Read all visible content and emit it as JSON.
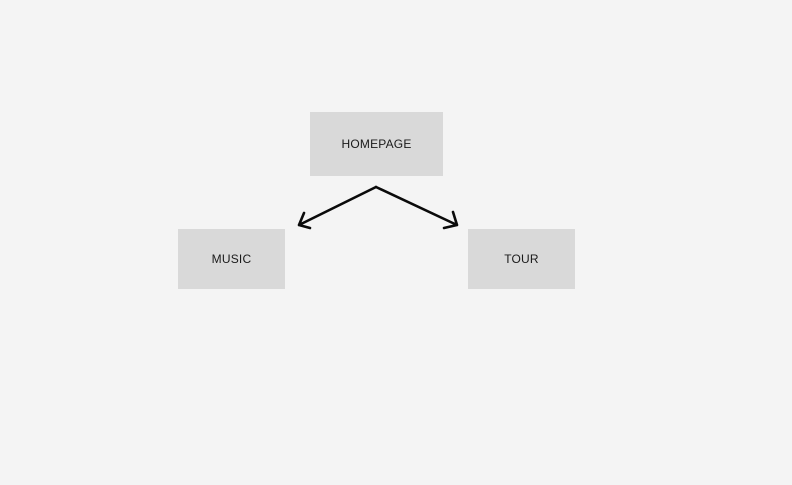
{
  "nodes": {
    "homepage": {
      "label": "HOMEPAGE"
    },
    "music": {
      "label": "MUSIC"
    },
    "tour": {
      "label": "TOUR"
    }
  },
  "edges": [
    {
      "from": "HOMEPAGE",
      "to": "MUSIC"
    },
    {
      "from": "HOMEPAGE",
      "to": "TOUR"
    }
  ],
  "colors": {
    "background": "#f4f4f4",
    "node_fill": "#d9d9d9",
    "arrow": "#0a0a0a"
  }
}
